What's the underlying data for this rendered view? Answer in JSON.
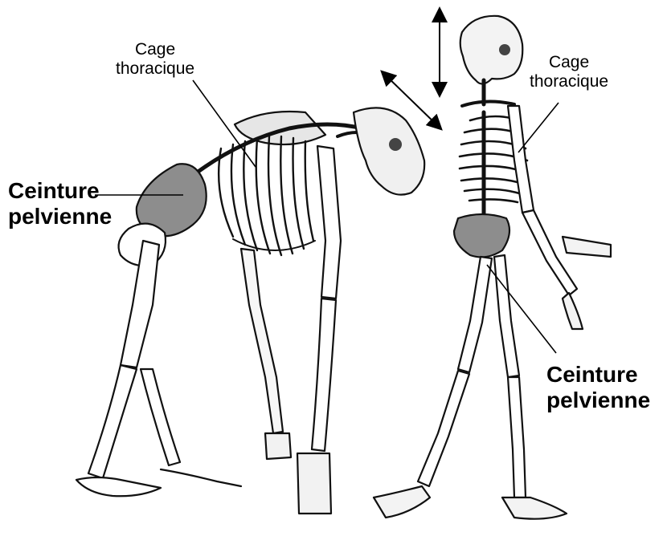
{
  "labels": {
    "ape_ribcage": {
      "line1": "Cage",
      "line2": "thoracique"
    },
    "human_ribcage": {
      "line1": "Cage",
      "line2": "thoracique"
    },
    "ape_pelvis": {
      "line1": "Ceinture",
      "line2": "pelvienne"
    },
    "human_pelvis": {
      "line1": "Ceinture",
      "line2": "pelvienne"
    }
  },
  "colors": {
    "bone_fill": "#ffffff",
    "bone_stroke": "#111111",
    "pelvis_fill": "#8d8d8d",
    "shade": "#c9c9c9"
  }
}
